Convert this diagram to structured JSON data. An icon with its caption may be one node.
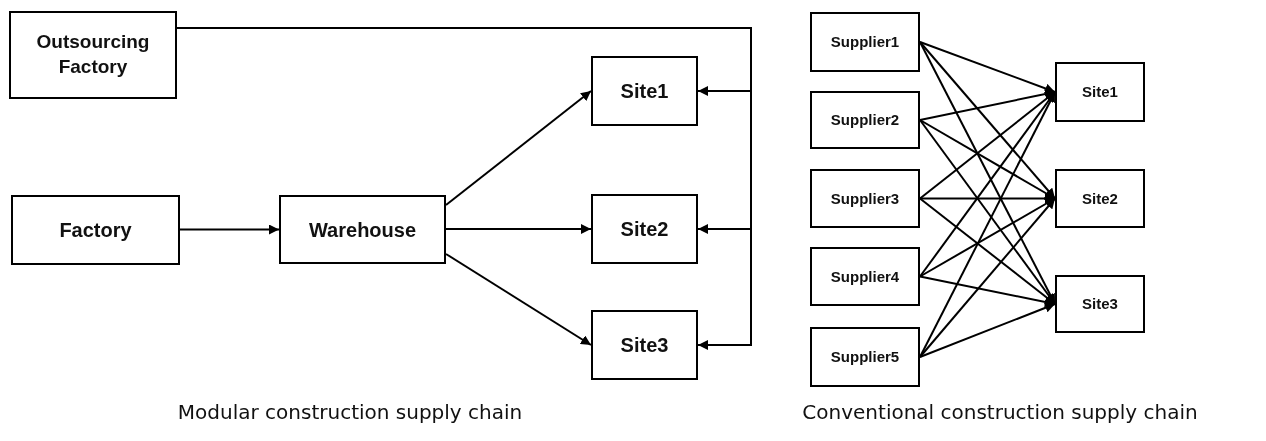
{
  "diagram": {
    "nodes": [
      {
        "text": [
          "Outsourcing Factory"
        ]
      },
      {
        "text": [
          "Factory"
        ]
      },
      {
        "text": [
          "Warehouse"
        ]
      },
      {
        "text": [
          "Site1"
        ]
      },
      {
        "text": [
          "Site2"
        ]
      },
      {
        "text": [
          "Site3"
        ]
      },
      {
        "text": [
          "Supplier1"
        ]
      },
      {
        "text": [
          "Supplier2"
        ]
      },
      {
        "text": [
          "Supplier3"
        ]
      },
      {
        "text": [
          "Supplier4"
        ]
      },
      {
        "text": [
          "Supplier5"
        ]
      },
      {
        "text": [
          "Site1"
        ]
      },
      {
        "text": [
          "Site2"
        ]
      },
      {
        "text": [
          "Site3"
        ]
      }
    ],
    "edges": [
      {
        "from": 0,
        "to": 3,
        "arrow": "to"
      },
      {
        "from": 0,
        "to": 4,
        "arrow": "to"
      },
      {
        "from": 0,
        "to": 5,
        "arrow": "to"
      },
      {
        "from": 1,
        "to": 2,
        "arrow": "to"
      },
      {
        "from": 2,
        "to": 3,
        "arrow": "to"
      },
      {
        "from": 2,
        "to": 4,
        "arrow": "to"
      },
      {
        "from": 2,
        "to": 5,
        "arrow": "to"
      },
      {
        "from": 6,
        "to": 11,
        "arrow": "to"
      },
      {
        "from": 6,
        "to": 12,
        "arrow": "to"
      },
      {
        "from": 6,
        "to": 13,
        "arrow": "to"
      },
      {
        "from": 7,
        "to": 11,
        "arrow": "to"
      },
      {
        "from": 7,
        "to": 12,
        "arrow": "to"
      },
      {
        "from": 7,
        "to": 13,
        "arrow": "to"
      },
      {
        "from": 8,
        "to": 11,
        "arrow": "to"
      },
      {
        "from": 8,
        "to": 12,
        "arrow": "to"
      },
      {
        "from": 8,
        "to": 13,
        "arrow": "to"
      },
      {
        "from": 9,
        "to": 11,
        "arrow": "to"
      },
      {
        "from": 9,
        "to": 12,
        "arrow": "to"
      },
      {
        "from": 9,
        "to": 13,
        "arrow": "to"
      },
      {
        "from": 10,
        "to": 11,
        "arrow": "to"
      },
      {
        "from": 10,
        "to": 12,
        "arrow": "to"
      },
      {
        "from": 10,
        "to": 13,
        "arrow": "to"
      }
    ],
    "labels": [
      "Modular construction supply chain",
      "Conventional construction supply chain"
    ]
  }
}
